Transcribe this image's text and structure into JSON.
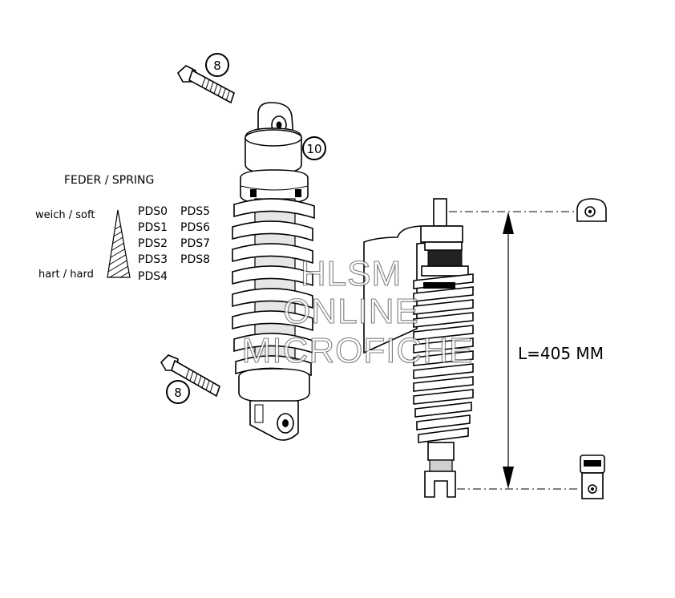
{
  "spring_table": {
    "title": "FEDER / SPRING",
    "soft_label": "weich / soft",
    "hard_label": "hart / hard",
    "variants_col1": [
      "PDS0",
      "PDS1",
      "PDS2",
      "PDS3",
      "PDS4"
    ],
    "variants_col2": [
      "PDS5",
      "PDS6",
      "PDS7",
      "PDS8"
    ]
  },
  "callouts": {
    "bolt_top": "8",
    "bolt_bottom": "8",
    "shock_absorber": "10"
  },
  "dimension": {
    "label": "L=405 MM"
  },
  "watermark": {
    "line1": "HLSM",
    "line2": "ONLINE",
    "line3": "MICROFICHE"
  }
}
